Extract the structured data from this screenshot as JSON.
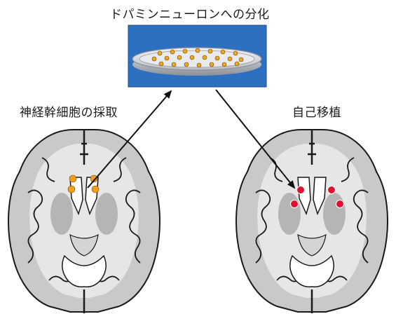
{
  "labels": {
    "dish": "ドパミンニューロンへの分化",
    "harvest": "神経幹細胞の採取",
    "transplant": "自己移植"
  },
  "colors": {
    "dish_bg": "#2d6fc0",
    "harvest_cell": "#f0a020",
    "transplant_cell": "#e01030",
    "brain_fill": "#c9c9c9",
    "brain_outline": "#1a1a1a",
    "arrow": "#111111"
  },
  "brains": [
    {
      "name": "donor-brain",
      "cell_color": "harvest_cell",
      "cells": 4
    },
    {
      "name": "recipient-brain",
      "cell_color": "transplant_cell",
      "cells": 4
    }
  ]
}
